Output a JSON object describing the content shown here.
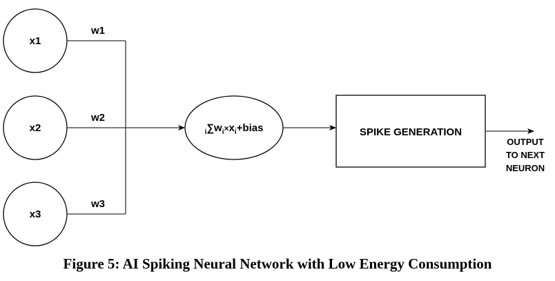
{
  "inputs": [
    {
      "label": "x1",
      "weight": "w1"
    },
    {
      "label": "x2",
      "weight": "w2"
    },
    {
      "label": "x3",
      "weight": "w3"
    }
  ],
  "summation": {
    "prefix_sub": "i",
    "sigma": "∑",
    "w": "w",
    "w_sub": "i",
    "times": "×",
    "x": "x",
    "x_sub": "i",
    "suffix": "+bias"
  },
  "spike_block": {
    "label": "SPIKE GENERATION"
  },
  "output": {
    "lines": [
      "OUTPUT",
      "TO NEXT",
      "NEURON"
    ]
  },
  "caption": "Figure 5: AI Spiking Neural Network with Low Energy Consumption",
  "colors": {
    "stroke": "#000000",
    "connector": "#333333",
    "background": "#ffffff"
  }
}
